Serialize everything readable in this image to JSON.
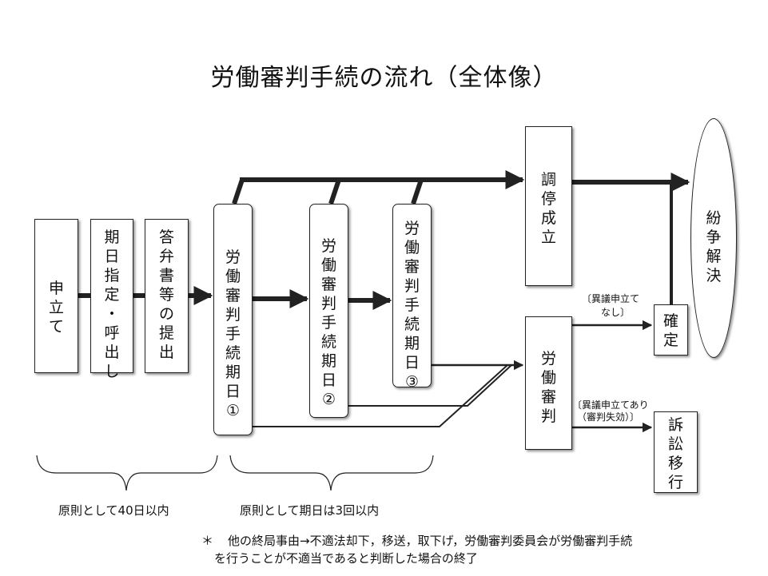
{
  "title": "労働審判手続の流れ（全体像）",
  "nodes": {
    "moushitate": "申立て",
    "kijitsu_shitei": "期日指定・呼出し",
    "tobensho": "答弁書等の提出",
    "kijitsu_1": "労働審判手続期日①",
    "kijitsu_2": "労働審判手続期日②",
    "kijitsu_3": "労働審判手続期日③",
    "chotei_seiritsu": "調停成立",
    "roudou_shinpan": "労働審判",
    "kakutei": "確定",
    "soshou_ikou": "訴訟移行",
    "funsou_kaiketsu": "紛争解決"
  },
  "branch_labels": {
    "no_objection_line1": "〔異議申立て",
    "no_objection_line2": "なし〕",
    "objection_line1": "〔異議申立てあり",
    "objection_line2": "（審判失効）〕"
  },
  "brace_labels": {
    "left": "原則として40日以内",
    "right": "原則として期日は3回以内"
  },
  "note": {
    "mark": "＊",
    "line1": "他の終局事由→不適法却下，移送，取下げ，労働審判委員会が労働審判手続",
    "line2": "を行うことが不適当であると判断した場合の終了"
  }
}
